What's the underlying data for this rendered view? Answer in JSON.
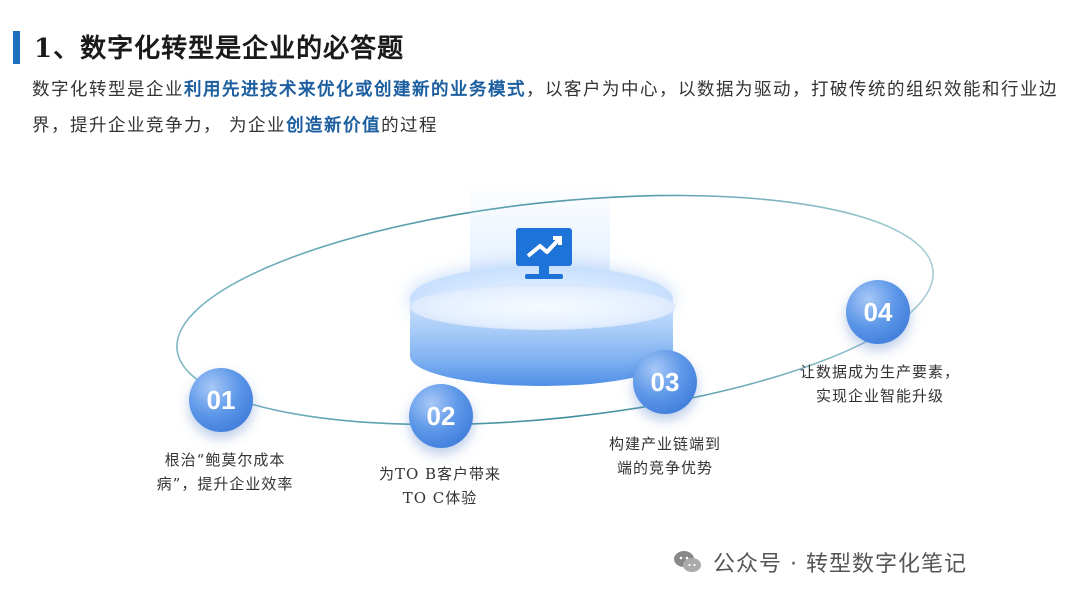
{
  "title": "1、数字化转型是企业的必答题",
  "intro": {
    "p1": "数字化转型是企业",
    "h1": "利用先进技术来优化或创建新的业务模式",
    "p2": "，以客户为中心，以数据为驱动，打破传统的组织效能和行业边界，提升企业竞争力， 为企业",
    "h2": "创造新价值",
    "p3": "的过程"
  },
  "nodes": [
    {
      "num": "01",
      "line1": "根治“鲍莫尔成本",
      "line2": "病”，提升企业效率"
    },
    {
      "num": "02",
      "line1": "为TO B客户带来",
      "line2": "TO C体验"
    },
    {
      "num": "03",
      "line1": "构建产业链端到",
      "line2": "端的竞争优势"
    },
    {
      "num": "04",
      "line1": "让数据成为生产要素，",
      "line2": "实现企业智能升级"
    }
  ],
  "watermark": "公众号 · 转型数字化笔记",
  "colors": {
    "accent": "#1f6fbf",
    "highlight": "#1e5fa0",
    "node": "#3b7ad8"
  },
  "icons": [
    "monitor-chart-icon",
    "wechat-icon"
  ]
}
